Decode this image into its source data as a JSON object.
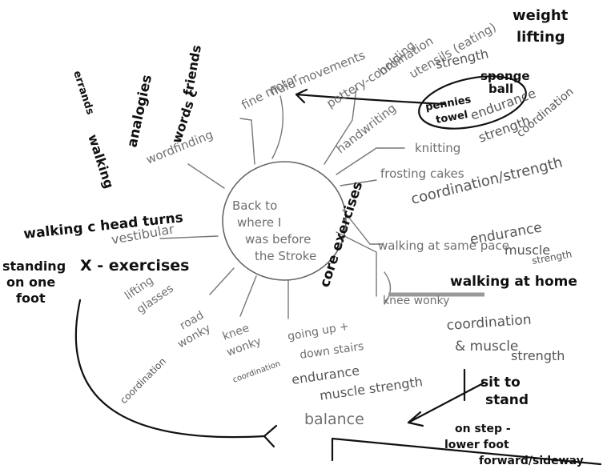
{
  "center": {
    "lines": [
      "Back to",
      "where I",
      "was before",
      "the Stroke"
    ]
  },
  "center_side_label": "core exercises",
  "branches": {
    "fine_motor": "fine motor",
    "fluid_movements": "fluid movements",
    "pottery_coordination": "pottery-coordination",
    "holding": "holding",
    "utensils": "utensils (eating)",
    "strength": "strength",
    "weight_lifting": [
      "weight",
      "lifting"
    ],
    "sponge_ball": [
      "sponge",
      "ball"
    ],
    "pennies_towel": [
      "pennies",
      "towel"
    ],
    "endurance_strength_top": [
      "endurance",
      "strength"
    ],
    "coordination_right": "coordination",
    "handwriting": "handwriting",
    "knitting": "knitting",
    "frosting_cakes": "frosting cakes",
    "coordination_strength": "coordination/strength",
    "walking_same_pace": "walking at same pace",
    "endurance_muscle": [
      "endurance",
      "muscle"
    ],
    "strength_small": "strength",
    "walking_at_home": "walking at home",
    "knee_wonky_right": "knee wonky",
    "coordination_muscle": [
      "coordination",
      "& muscle",
      "strength"
    ],
    "sit_to_stand": [
      "sit to",
      "stand"
    ],
    "on_step": [
      "on step -",
      "lower foot",
      "forward/sideway"
    ],
    "going_up": [
      "going up +",
      "down stairs"
    ],
    "endurance_bottom": "endurance",
    "muscle_strength_bottom": "muscle strength",
    "balance": "balance",
    "knee_wonky_left": [
      "knee",
      "wonky"
    ],
    "coordination_small": "coordination",
    "road_wonky": [
      "road",
      "wonky"
    ],
    "lifting_glasses": [
      "lifting",
      "glasses"
    ],
    "coordination_left": "coordination",
    "vestibular": [
      "vestibular",
      "X - exercises"
    ],
    "walking_head_turns": "walking c head turns",
    "standing_one_foot": [
      "standing",
      "on one",
      "foot"
    ],
    "wordfinding": "wordfinding",
    "walking_errands": [
      "walking",
      "errands"
    ],
    "analogies": "analogies",
    "words_friends": [
      "words c",
      "friends"
    ]
  }
}
